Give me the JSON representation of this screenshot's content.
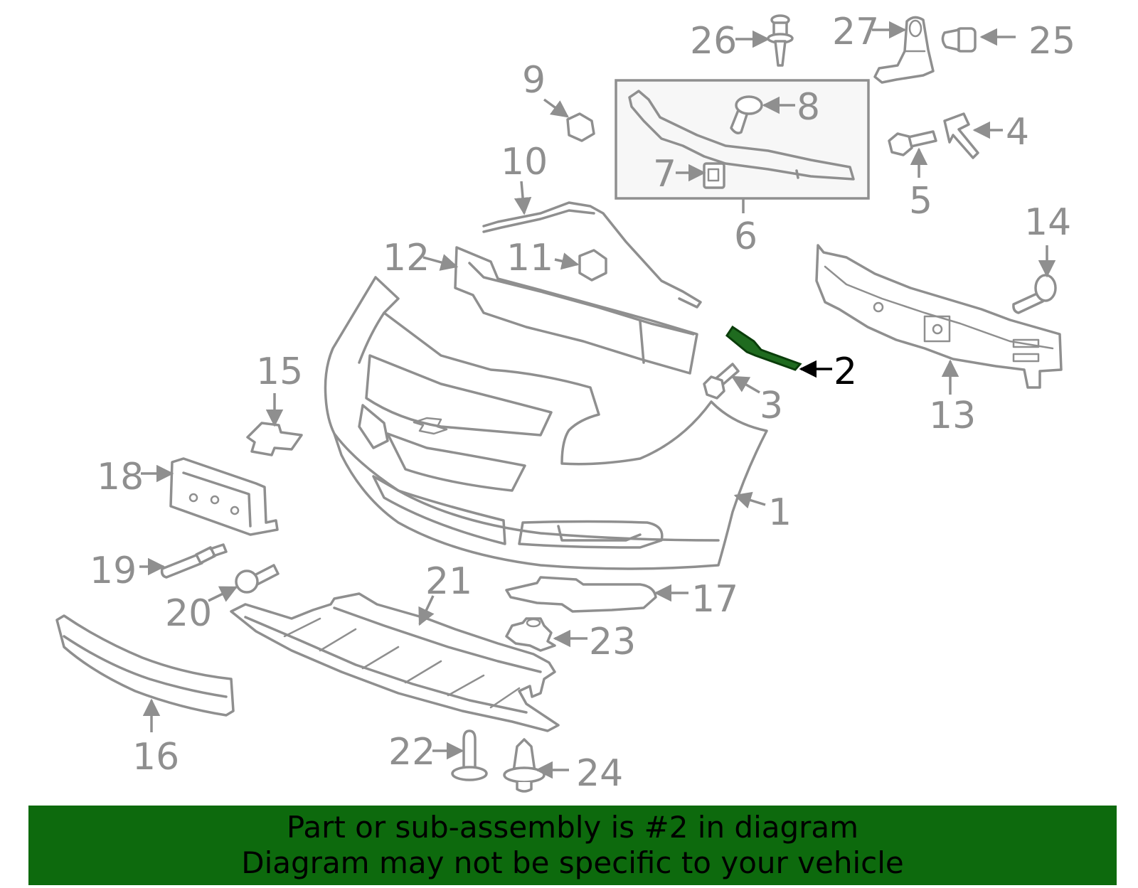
{
  "diagram": {
    "highlighted_part": "2",
    "highlight_color": "#1f6b1f",
    "line_color": "#8f8f8f",
    "callouts": [
      "1",
      "2",
      "3",
      "4",
      "5",
      "6",
      "7",
      "8",
      "9",
      "10",
      "11",
      "12",
      "13",
      "14",
      "15",
      "16",
      "17",
      "18",
      "19",
      "20",
      "21",
      "22",
      "23",
      "24",
      "25",
      "26",
      "27"
    ]
  },
  "banner": {
    "line1": "Part or sub-assembly is #2 in diagram",
    "line2": "Diagram may not be specific to your vehicle",
    "background": "#0d6a0d"
  }
}
